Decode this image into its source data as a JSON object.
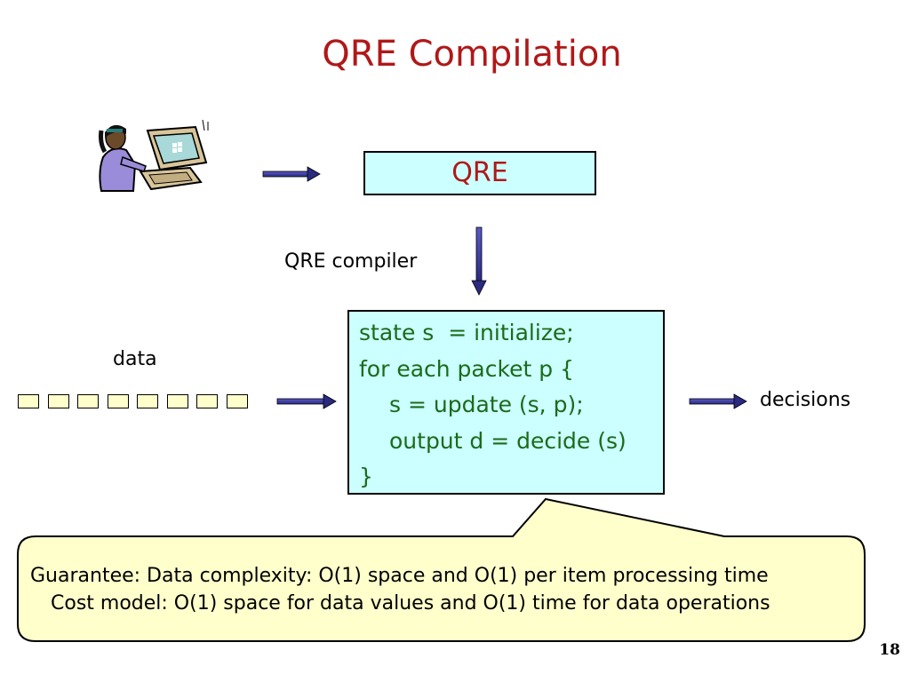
{
  "slide": {
    "title": "QRE Compilation",
    "qre_box_label": "QRE",
    "compiler_label": "QRE compiler",
    "data_label": "data",
    "decisions_label": "decisions",
    "code_lines": [
      "state s  = initialize;",
      "for each packet p {",
      "s = update (s, p);",
      "output d = decide (s)",
      "}"
    ],
    "callout_lines": [
      "Guarantee: Data complexity: O(1) space and O(1) per item processing time",
      "Cost model: O(1) space for data values and O(1) time for data operations"
    ],
    "page_number": "18",
    "packet_count": 8
  },
  "colors": {
    "title": "#b01818",
    "box_fill": "#ccffff",
    "code_text": "#1a6b1a",
    "arrow": "#3a3aa0",
    "callout_fill": "#ffffcc",
    "packet_fill": "#ffffcc"
  }
}
